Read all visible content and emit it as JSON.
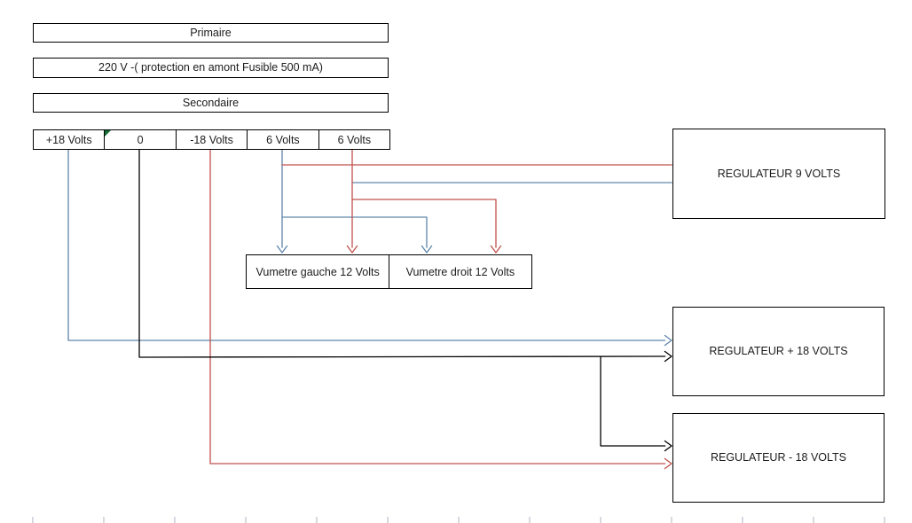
{
  "transformer": {
    "primaire_label": "Primaire",
    "supply_label": "220 V -( protection en amont Fusible 500 mA)",
    "secondaire_label": "Secondaire",
    "taps": [
      {
        "label": "+18 Volts"
      },
      {
        "label": "0"
      },
      {
        "label": "-18 Volts"
      },
      {
        "label": "6 Volts"
      },
      {
        "label": "6 Volts"
      }
    ]
  },
  "vumeters": [
    {
      "label": "Vumetre gauche 12 Volts"
    },
    {
      "label": "Vumetre droit 12 Volts"
    }
  ],
  "regulators": [
    {
      "label": "REGULATEUR 9 VOLTS"
    },
    {
      "label": "REGULATEUR + 18 VOLTS"
    },
    {
      "label": "REGULATEUR - 18 VOLTS"
    }
  ],
  "colors": {
    "wire_blue": "#5f86ab",
    "wire_red": "#c0504d",
    "wire_black": "#000000",
    "flag_green": "#156b34",
    "tick_gray": "#c9ced6"
  }
}
